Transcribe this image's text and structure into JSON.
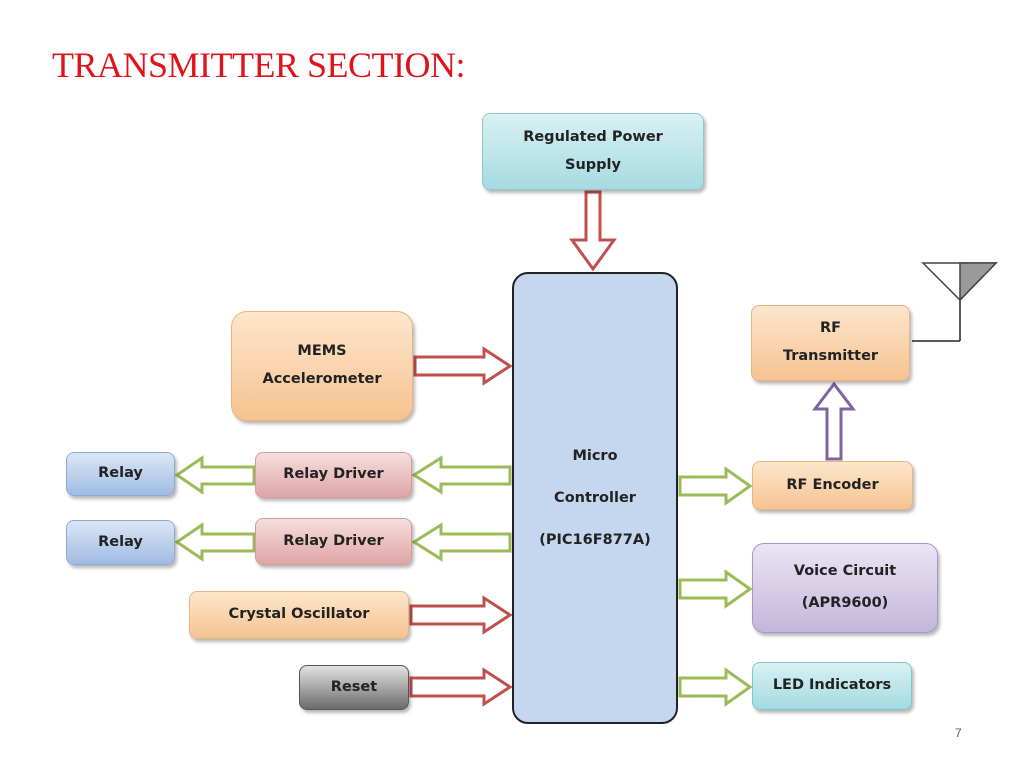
{
  "slide": {
    "title": "TRANSMITTER SECTION:",
    "page_number": "7"
  },
  "blocks": {
    "power_supply": [
      "Regulated Power",
      "Supply"
    ],
    "microcontroller": [
      "Micro",
      "Controller",
      "(PIC16F877A)"
    ],
    "mems": [
      "MEMS",
      "Accelerometer"
    ],
    "relay_driver_1": "Relay Driver",
    "relay_driver_2": "Relay Driver",
    "relay_1": "Relay",
    "relay_2": "Relay",
    "crystal_oscillator": "Crystal Oscillator",
    "reset": "Reset",
    "rf_transmitter": [
      "RF",
      "Transmitter"
    ],
    "rf_encoder": "RF Encoder",
    "voice_circuit": [
      "Voice Circuit",
      "(APR9600)"
    ],
    "led_indicators": "LED Indicators"
  },
  "colors": {
    "title": "#e0121a",
    "arrow_red": "#c0504d",
    "arrow_green": "#9bbb59",
    "arrow_purple": "#8064a2"
  },
  "connections": [
    {
      "from": "power_supply",
      "to": "microcontroller",
      "color": "red"
    },
    {
      "from": "mems",
      "to": "microcontroller",
      "color": "red"
    },
    {
      "from": "microcontroller",
      "to": "relay_driver_1",
      "color": "green"
    },
    {
      "from": "relay_driver_1",
      "to": "relay_1",
      "color": "green"
    },
    {
      "from": "microcontroller",
      "to": "relay_driver_2",
      "color": "green"
    },
    {
      "from": "relay_driver_2",
      "to": "relay_2",
      "color": "green"
    },
    {
      "from": "crystal_oscillator",
      "to": "microcontroller",
      "color": "red"
    },
    {
      "from": "reset",
      "to": "microcontroller",
      "color": "red"
    },
    {
      "from": "microcontroller",
      "to": "rf_encoder",
      "color": "green"
    },
    {
      "from": "rf_encoder",
      "to": "rf_transmitter",
      "color": "purple"
    },
    {
      "from": "microcontroller",
      "to": "voice_circuit",
      "color": "green"
    },
    {
      "from": "microcontroller",
      "to": "led_indicators",
      "color": "green"
    },
    {
      "from": "rf_transmitter",
      "to": "antenna",
      "color": "black"
    }
  ]
}
